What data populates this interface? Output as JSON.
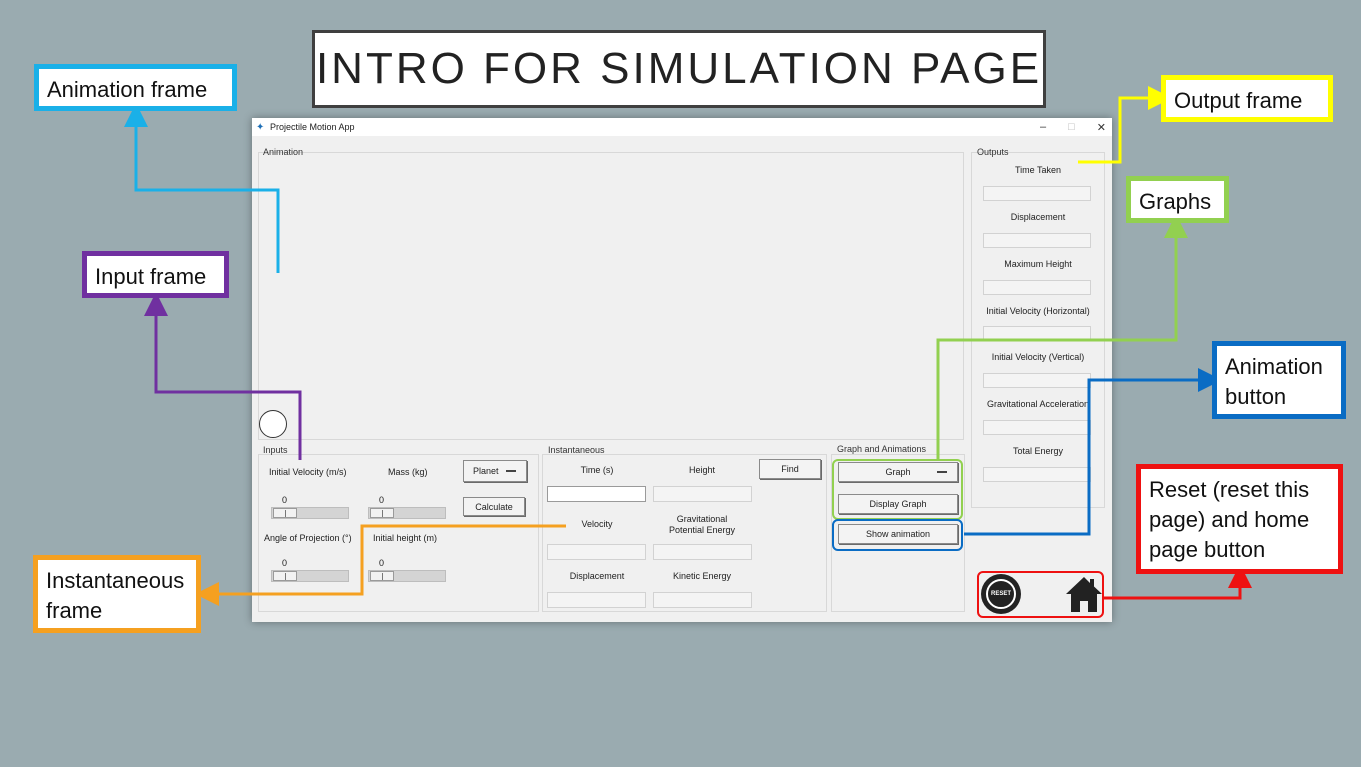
{
  "slide_title": "INTRO FOR SIMULATION PAGE",
  "callouts": {
    "animation_frame": "Animation frame",
    "input_frame": "Input frame",
    "instantaneous_frame": "Instantaneous frame",
    "output_frame": "Output frame",
    "graphs": "Graphs",
    "animation_button": "Animation button",
    "reset_home": "Reset (reset this page) and home page button"
  },
  "colors": {
    "animation_frame": "#1ab0e8",
    "input_frame": "#7030a0",
    "instantaneous_frame": "#f5a020",
    "output_frame": "#ffff00",
    "graphs": "#92d050",
    "animation_button": "#0a6cc4",
    "reset_home": "#ee1111"
  },
  "app": {
    "window_title": "Projectile Motion App",
    "window_controls": {
      "minimize": "–",
      "maximize": "□",
      "close": "✕"
    },
    "animation_label": "Animation",
    "inputs": {
      "frame_label": "Inputs",
      "initial_velocity_label": "Initial Velocity (m/s)",
      "initial_velocity_value": "0",
      "mass_label": "Mass (kg)",
      "mass_value": "0",
      "angle_label": "Angle of Projection (°)",
      "angle_value": "0",
      "height_label": "Initial height (m)",
      "height_value": "0",
      "planet_button": "Planet",
      "calculate_button": "Calculate"
    },
    "instantaneous": {
      "frame_label": "Instantaneous",
      "time_label": "Time (s)",
      "height_label": "Height",
      "find_button": "Find",
      "velocity_label": "Velocity",
      "gpe_label": "Gravitational Potential Energy",
      "displacement_label": "Displacement",
      "kinetic_label": "Kinetic Energy"
    },
    "graphs": {
      "frame_label": "Graph and Animations",
      "graph_button": "Graph",
      "display_graph_button": "Display Graph",
      "show_animation_button": "Show animation"
    },
    "outputs": {
      "frame_label": "Outputs",
      "items": [
        "Time Taken",
        "Displacement",
        "Maximum Height",
        "Initial Velocity (Horizontal)",
        "Initial Velocity (Vertical)",
        "Gravitational Acceleration",
        "Total Energy"
      ]
    },
    "reset_button_text": "RESET"
  }
}
